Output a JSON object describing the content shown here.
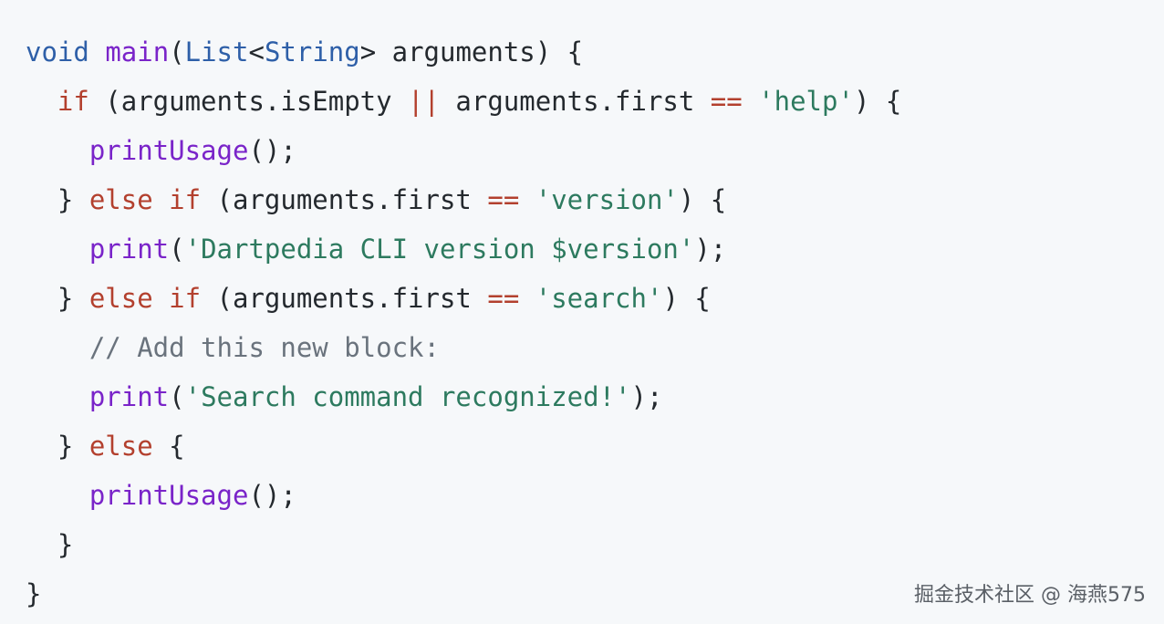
{
  "code_block": {
    "language": "dart",
    "lines": [
      {
        "indent": "",
        "tokens": [
          {
            "t": "void",
            "k": "type"
          },
          {
            "t": " ",
            "k": "plain"
          },
          {
            "t": "main",
            "k": "fn"
          },
          {
            "t": "(",
            "k": "plain"
          },
          {
            "t": "List",
            "k": "type"
          },
          {
            "t": "<",
            "k": "plain"
          },
          {
            "t": "String",
            "k": "type"
          },
          {
            "t": "> arguments) {",
            "k": "plain"
          }
        ]
      },
      {
        "indent": "  ",
        "tokens": [
          {
            "t": "if",
            "k": "kw"
          },
          {
            "t": " (arguments.isEmpty ",
            "k": "plain"
          },
          {
            "t": "||",
            "k": "op"
          },
          {
            "t": " arguments.first ",
            "k": "plain"
          },
          {
            "t": "==",
            "k": "op"
          },
          {
            "t": " ",
            "k": "plain"
          },
          {
            "t": "'help'",
            "k": "str"
          },
          {
            "t": ") {",
            "k": "plain"
          }
        ]
      },
      {
        "indent": "    ",
        "tokens": [
          {
            "t": "printUsage",
            "k": "fn"
          },
          {
            "t": "();",
            "k": "plain"
          }
        ]
      },
      {
        "indent": "  ",
        "tokens": [
          {
            "t": "} ",
            "k": "plain"
          },
          {
            "t": "else",
            "k": "kw"
          },
          {
            "t": " ",
            "k": "plain"
          },
          {
            "t": "if",
            "k": "kw"
          },
          {
            "t": " (arguments.first ",
            "k": "plain"
          },
          {
            "t": "==",
            "k": "op"
          },
          {
            "t": " ",
            "k": "plain"
          },
          {
            "t": "'version'",
            "k": "str"
          },
          {
            "t": ") {",
            "k": "plain"
          }
        ]
      },
      {
        "indent": "    ",
        "tokens": [
          {
            "t": "print",
            "k": "fn"
          },
          {
            "t": "(",
            "k": "plain"
          },
          {
            "t": "'Dartpedia CLI version $version'",
            "k": "str"
          },
          {
            "t": ");",
            "k": "plain"
          }
        ]
      },
      {
        "indent": "  ",
        "tokens": [
          {
            "t": "} ",
            "k": "plain"
          },
          {
            "t": "else",
            "k": "kw"
          },
          {
            "t": " ",
            "k": "plain"
          },
          {
            "t": "if",
            "k": "kw"
          },
          {
            "t": " (arguments.first ",
            "k": "plain"
          },
          {
            "t": "==",
            "k": "op"
          },
          {
            "t": " ",
            "k": "plain"
          },
          {
            "t": "'search'",
            "k": "str"
          },
          {
            "t": ") {",
            "k": "plain"
          }
        ]
      },
      {
        "indent": "    ",
        "tokens": [
          {
            "t": "// Add this new block:",
            "k": "comment"
          }
        ]
      },
      {
        "indent": "    ",
        "tokens": [
          {
            "t": "print",
            "k": "fn"
          },
          {
            "t": "(",
            "k": "plain"
          },
          {
            "t": "'Search command recognized!'",
            "k": "str"
          },
          {
            "t": ");",
            "k": "plain"
          }
        ]
      },
      {
        "indent": "  ",
        "tokens": [
          {
            "t": "} ",
            "k": "plain"
          },
          {
            "t": "else",
            "k": "kw"
          },
          {
            "t": " {",
            "k": "plain"
          }
        ]
      },
      {
        "indent": "    ",
        "tokens": [
          {
            "t": "printUsage",
            "k": "fn"
          },
          {
            "t": "();",
            "k": "plain"
          }
        ]
      },
      {
        "indent": "  ",
        "tokens": [
          {
            "t": "}",
            "k": "plain"
          }
        ]
      },
      {
        "indent": "",
        "tokens": [
          {
            "t": "}",
            "k": "plain"
          }
        ]
      }
    ]
  },
  "watermark": "掘金技术社区 @ 海燕575",
  "colors": {
    "background": "#f6f8fa",
    "type": "#2e5fa8",
    "keyword": "#b3402e",
    "function": "#7a24c9",
    "string": "#2d7a5f",
    "comment": "#6a737d",
    "text": "#24292e"
  }
}
